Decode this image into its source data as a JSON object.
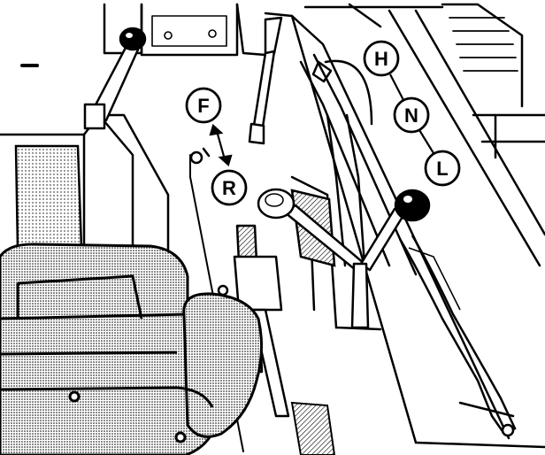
{
  "labels": {
    "forward": "F",
    "reverse": "R",
    "high": "H",
    "neutral": "N",
    "low": "L"
  },
  "colors": {
    "ink": "#000000",
    "paper": "#ffffff",
    "seat_shade": "#a9a9a9",
    "floor_shade": "#bdbdbd"
  }
}
